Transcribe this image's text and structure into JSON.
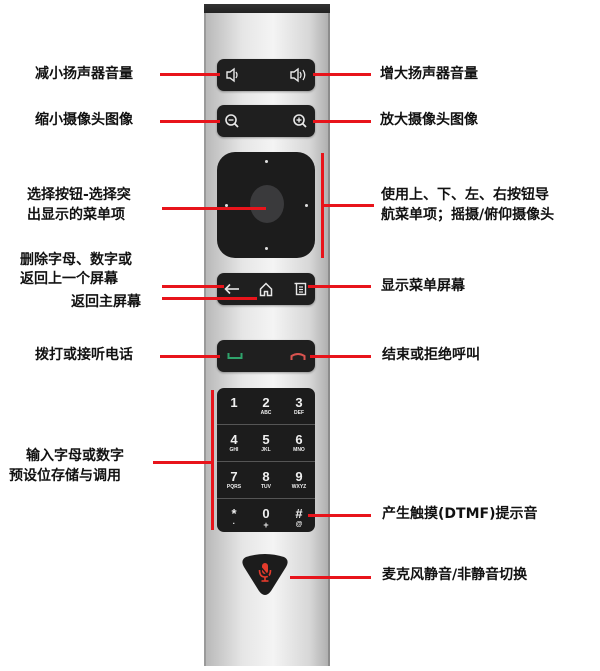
{
  "diagram": {
    "type": "remote-control-annotation",
    "accent_line_color": "#e8141b",
    "left_labels": [
      {
        "id": "volume-down",
        "text": "减小扬声器音量"
      },
      {
        "id": "zoom-out",
        "text": "缩小摄像头图像"
      },
      {
        "id": "select",
        "lines": [
          "选择按钮-选择突",
          "出显示的菜单项"
        ]
      },
      {
        "id": "back",
        "lines": [
          "删除字母、数字或",
          "返回上一个屏幕"
        ]
      },
      {
        "id": "home",
        "text": "返回主屏幕"
      },
      {
        "id": "call",
        "text": "拨打或接听电话"
      },
      {
        "id": "keypad",
        "lines": [
          "输入字母或数字",
          "预设位存储与调用"
        ]
      }
    ],
    "right_labels": [
      {
        "id": "volume-up",
        "text": "增大扬声器音量"
      },
      {
        "id": "zoom-in",
        "text": "放大摄像头图像"
      },
      {
        "id": "navigation",
        "lines": [
          "使用上、下、左、右按钮导",
          "航菜单项；摇摄/俯仰摄像头"
        ]
      },
      {
        "id": "menu",
        "text": "显示菜单屏幕"
      },
      {
        "id": "hangup",
        "text": "结束或拒绝呼叫"
      },
      {
        "id": "dtmf",
        "text": "产生触摸(DTMF)提示音"
      },
      {
        "id": "mute",
        "text": "麦克风静音/非静音切换"
      }
    ],
    "keypad": [
      {
        "digit": "1",
        "letters": ""
      },
      {
        "digit": "2",
        "letters": "ABC"
      },
      {
        "digit": "3",
        "letters": "DEF"
      },
      {
        "digit": "4",
        "letters": "GHI"
      },
      {
        "digit": "5",
        "letters": "JKL"
      },
      {
        "digit": "6",
        "letters": "MNO"
      },
      {
        "digit": "7",
        "letters": "PQRS"
      },
      {
        "digit": "8",
        "letters": "TUV"
      },
      {
        "digit": "9",
        "letters": "WXYZ"
      },
      {
        "digit": "*",
        "letters": "·"
      },
      {
        "digit": "0",
        "letters": "+"
      },
      {
        "digit": "#",
        "letters": "@"
      }
    ],
    "icons": {
      "volume_down": "speaker-low-icon",
      "volume_up": "speaker-high-icon",
      "zoom_out": "zoom-out-icon",
      "zoom_in": "zoom-in-icon",
      "back": "back-arrow-icon",
      "home": "home-icon",
      "menu": "menu-icon",
      "call": "call-answer-icon",
      "hangup": "call-end-icon",
      "mute": "microphone-mute-icon"
    },
    "colors": {
      "call_green": "#2fa36b",
      "hangup_red": "#d9534f",
      "mute_red": "#e53b2c",
      "button_dark": "#1f1f1f"
    }
  }
}
